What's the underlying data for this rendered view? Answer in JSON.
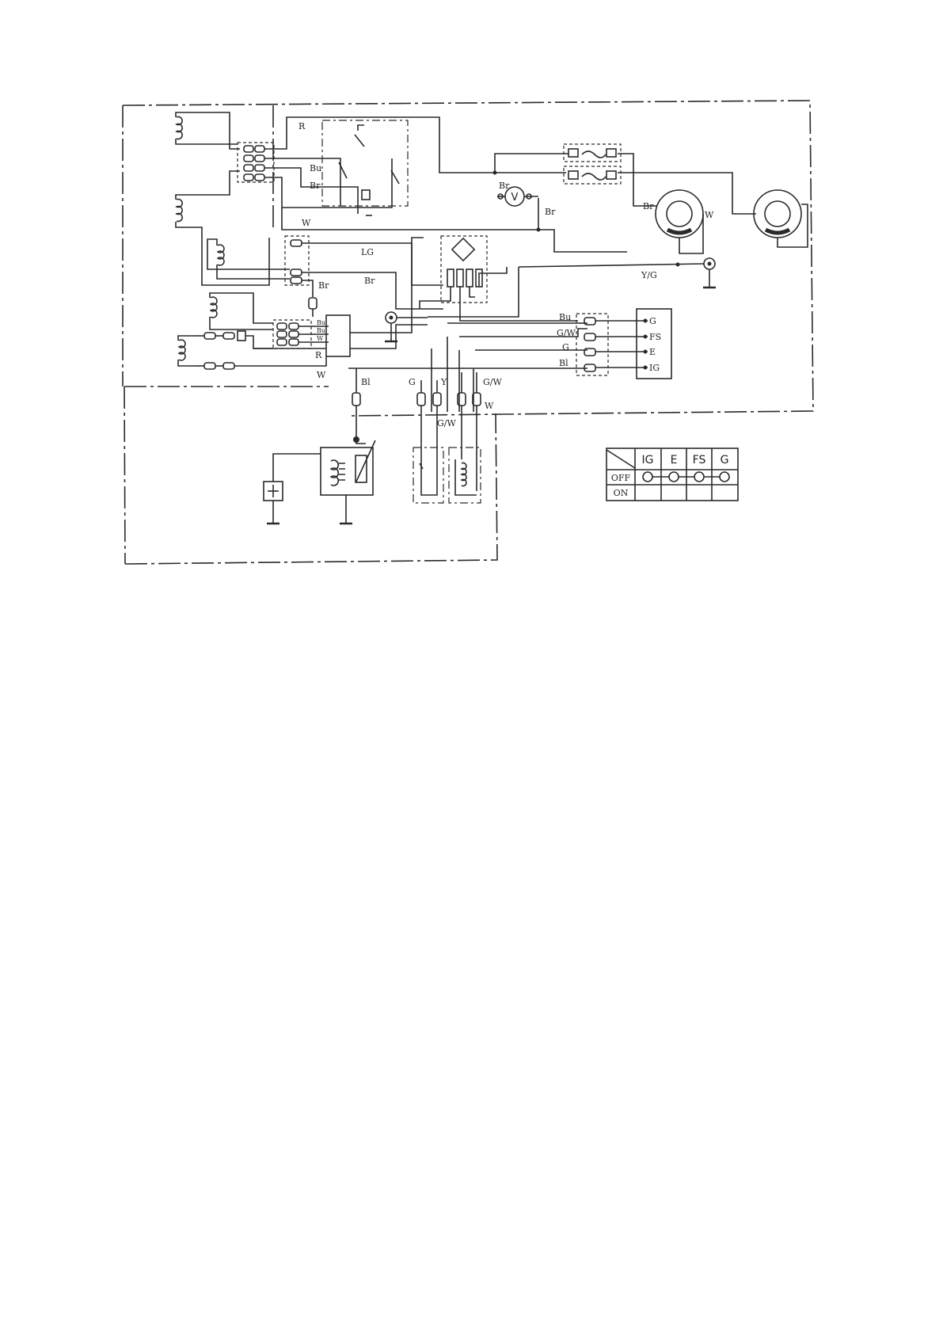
{
  "wire_labels": {
    "r_top": "R",
    "bu_left": "Bu",
    "br_left": "Br",
    "w_mid": "W",
    "br_voltmeter": "Br",
    "br_vertical": "Br",
    "br_outlet": "Br",
    "w_outlet": "W",
    "lg": "LG",
    "br_mid": "Br",
    "br_small": "Br",
    "yg": "Y/G",
    "bu_small": "Bu",
    "bu_small2": "Bu",
    "w_small": "W",
    "r_bottom": "R",
    "w_bottom": "W",
    "bu_switch": "Bu",
    "gw_switch": "G/W",
    "g_switch": "G",
    "bl_switch": "Bl",
    "bl_coil": "Bl",
    "g_lower": "G",
    "y_lower": "Y",
    "gw_lower": "G/W",
    "w_lower": "W",
    "gw_lower2": "G/W"
  },
  "terminals": [
    "G",
    "FS",
    "E",
    "IG"
  ],
  "voltmeter_symbol": "V",
  "switch_table": {
    "columns": [
      "IG",
      "E",
      "FS",
      "G"
    ],
    "rows": [
      "OFF",
      "ON"
    ]
  }
}
